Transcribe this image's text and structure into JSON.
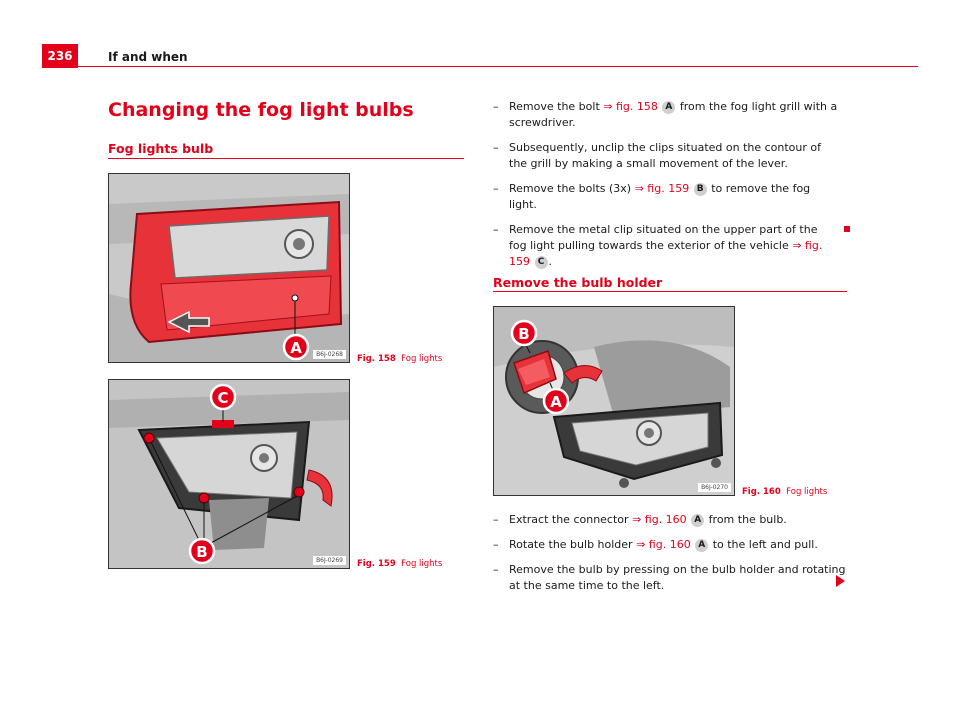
{
  "header": {
    "page_number": "236",
    "section_title": "If and when"
  },
  "main_title": "Changing the fog light bulbs",
  "left": {
    "subtitle": "Fog lights bulb",
    "figures": [
      {
        "code": "B6J-0268",
        "caption_label": "Fig. 158",
        "caption_text": "Fog lights",
        "callouts": [
          "A"
        ]
      },
      {
        "code": "B6J-0269",
        "caption_label": "Fig. 159",
        "caption_text": "Fog lights",
        "callouts": [
          "C",
          "B"
        ]
      }
    ]
  },
  "right": {
    "steps_top": [
      {
        "before": "Remove the bolt ",
        "ref": "⇒ fig. 158",
        "badge": "A",
        "after": " from the fog light grill with a screwdriver."
      },
      {
        "before": "Subsequently, unclip the clips situated on the contour of the grill by making a small movement of the lever.",
        "ref": "",
        "badge": "",
        "after": ""
      },
      {
        "before": "Remove the bolts (3x) ",
        "ref": "⇒ fig. 159",
        "badge": "B",
        "after": " to remove the fog light."
      },
      {
        "before": "Remove the metal clip situated on the upper part of the fog light pulling towards the exterior of the vehicle ",
        "ref": "⇒ fig. 159",
        "badge": "C",
        "after": "."
      }
    ],
    "subtitle": "Remove the bulb holder",
    "figure": {
      "code": "B6J-0270",
      "caption_label": "Fig. 160",
      "caption_text": "Fog lights",
      "callouts": [
        "B",
        "A"
      ]
    },
    "steps_bottom": [
      {
        "before": "Extract the connector ",
        "ref": "⇒ fig. 160",
        "badge": "A",
        "after": " from the bulb."
      },
      {
        "before": "Rotate the bulb holder ",
        "ref": "⇒ fig. 160",
        "badge": "A",
        "after": " to the left and pull."
      },
      {
        "before": "Remove the bulb by pressing on the bulb holder and rotating at the same time to the left.",
        "ref": "",
        "badge": "",
        "after": ""
      }
    ]
  },
  "colors": {
    "accent": "#e2001a",
    "badge_bg": "#cfcfcf"
  },
  "icons": {
    "step_dash": "–",
    "end_marker": "end-square-icon",
    "continue_marker": "continue-arrow-icon"
  }
}
